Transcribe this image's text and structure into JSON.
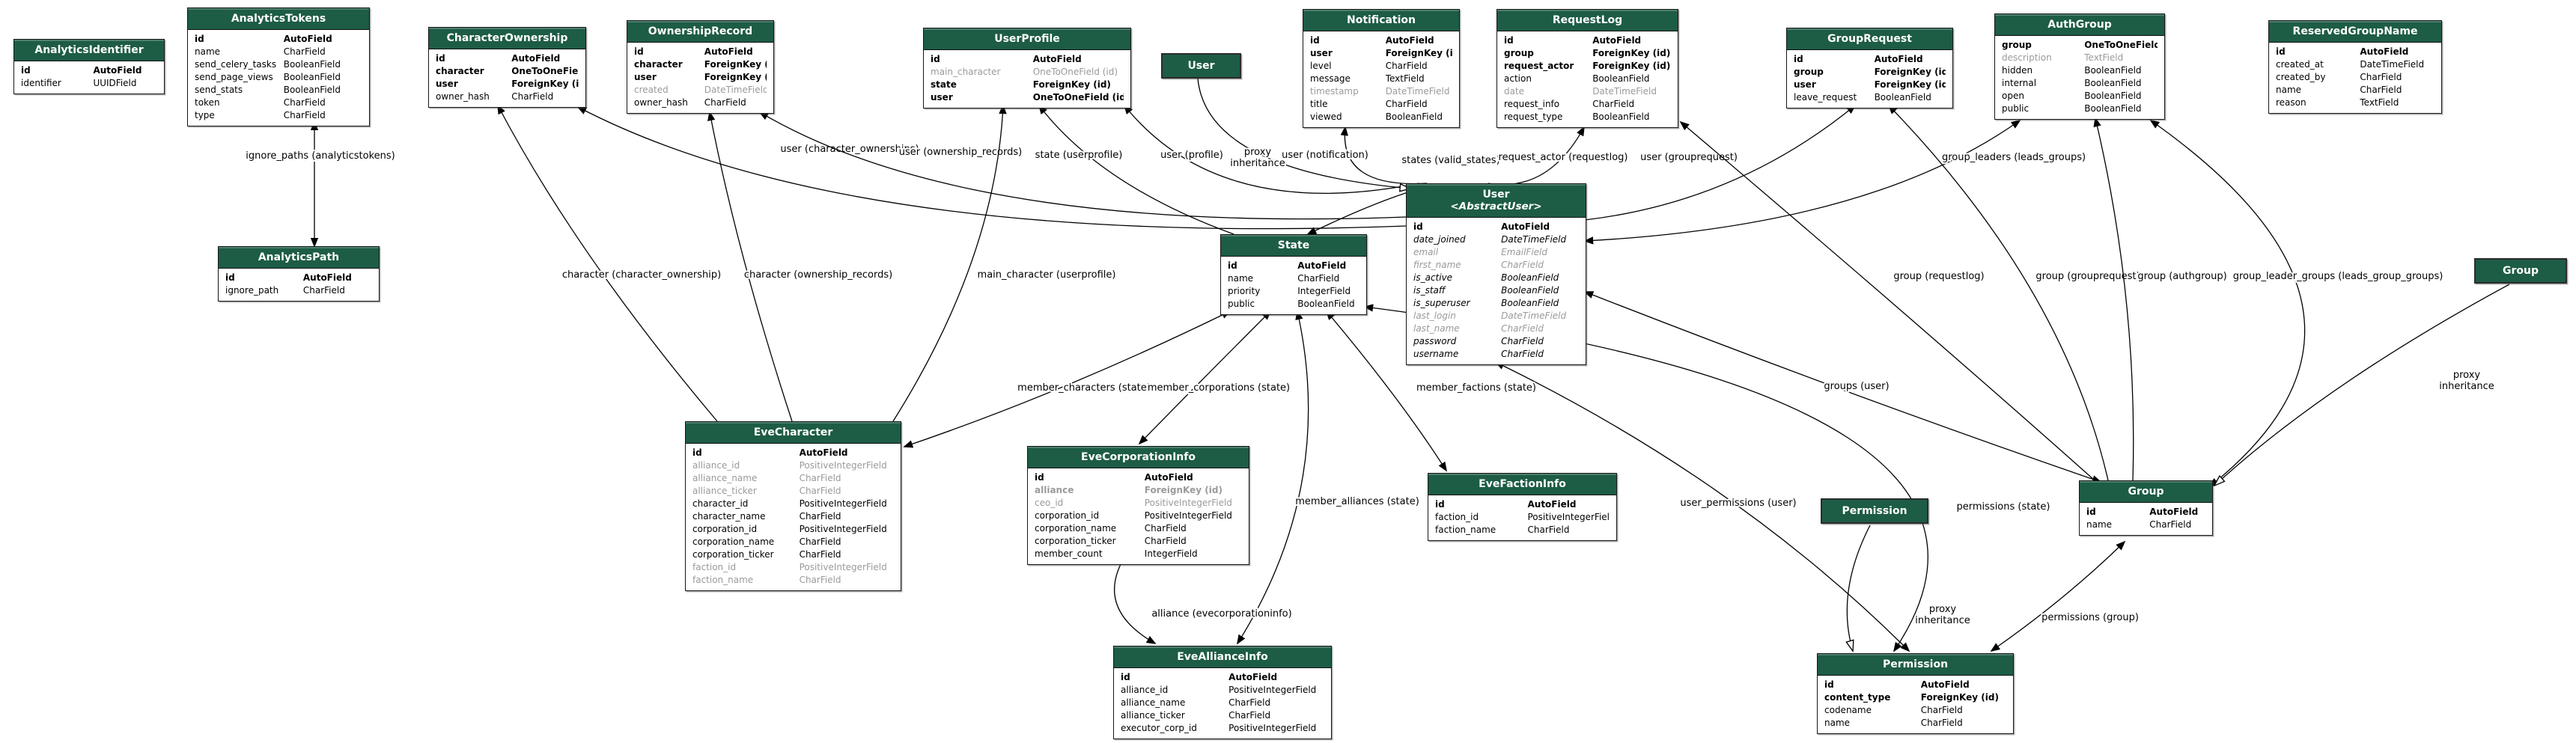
{
  "diagram": {
    "kind": "django-model-relationship-diagram",
    "colors": {
      "header_bg": "#1d5c45",
      "header_text": "#ffffff",
      "box_bg": "#ffffff",
      "box_border": "#161616",
      "muted_text": "#9a9a9a",
      "edge": "#000000"
    },
    "entities": [
      {
        "id": "analyticsidentifier",
        "title": "AnalyticsIdentifier",
        "fields": [
          {
            "name": "id",
            "type": "AutoField",
            "bold": true
          },
          {
            "name": "identifier",
            "type": "UUIDField"
          }
        ]
      },
      {
        "id": "analyticstokens",
        "title": "AnalyticsTokens",
        "fields": [
          {
            "name": "id",
            "type": "AutoField",
            "bold": true
          },
          {
            "name": "name",
            "type": "CharField"
          },
          {
            "name": "send_celery_tasks",
            "type": "BooleanField"
          },
          {
            "name": "send_page_views",
            "type": "BooleanField"
          },
          {
            "name": "send_stats",
            "type": "BooleanField"
          },
          {
            "name": "token",
            "type": "CharField"
          },
          {
            "name": "type",
            "type": "CharField"
          }
        ]
      },
      {
        "id": "characterownership",
        "title": "CharacterOwnership",
        "fields": [
          {
            "name": "id",
            "type": "AutoField",
            "bold": true
          },
          {
            "name": "character",
            "type": "OneToOneField (id)",
            "bold": true
          },
          {
            "name": "user",
            "type": "ForeignKey (id)",
            "bold": true
          },
          {
            "name": "owner_hash",
            "type": "CharField"
          }
        ]
      },
      {
        "id": "ownershiprecord",
        "title": "OwnershipRecord",
        "fields": [
          {
            "name": "id",
            "type": "AutoField",
            "bold": true
          },
          {
            "name": "character",
            "type": "ForeignKey (id)",
            "bold": true
          },
          {
            "name": "user",
            "type": "ForeignKey (id)",
            "bold": true
          },
          {
            "name": "created",
            "type": "DateTimeField",
            "muted": true
          },
          {
            "name": "owner_hash",
            "type": "CharField"
          }
        ]
      },
      {
        "id": "userprofile",
        "title": "UserProfile",
        "fields": [
          {
            "name": "id",
            "type": "AutoField",
            "bold": true
          },
          {
            "name": "main_character",
            "type": "OneToOneField (id)",
            "muted": true
          },
          {
            "name": "state",
            "type": "ForeignKey (id)",
            "bold": true
          },
          {
            "name": "user",
            "type": "OneToOneField (id)",
            "bold": true
          }
        ]
      },
      {
        "id": "user_proxy",
        "title": "User",
        "proxy": true
      },
      {
        "id": "notification",
        "title": "Notification",
        "fields": [
          {
            "name": "id",
            "type": "AutoField",
            "bold": true
          },
          {
            "name": "user",
            "type": "ForeignKey (id)",
            "bold": true
          },
          {
            "name": "level",
            "type": "CharField"
          },
          {
            "name": "message",
            "type": "TextField"
          },
          {
            "name": "timestamp",
            "type": "DateTimeField",
            "muted": true
          },
          {
            "name": "title",
            "type": "CharField"
          },
          {
            "name": "viewed",
            "type": "BooleanField"
          }
        ]
      },
      {
        "id": "requestlog",
        "title": "RequestLog",
        "fields": [
          {
            "name": "id",
            "type": "AutoField",
            "bold": true
          },
          {
            "name": "group",
            "type": "ForeignKey (id)",
            "bold": true
          },
          {
            "name": "request_actor",
            "type": "ForeignKey (id)",
            "bold": true
          },
          {
            "name": "action",
            "type": "BooleanField"
          },
          {
            "name": "date",
            "type": "DateTimeField",
            "muted": true
          },
          {
            "name": "request_info",
            "type": "CharField"
          },
          {
            "name": "request_type",
            "type": "BooleanField"
          }
        ]
      },
      {
        "id": "grouprequest",
        "title": "GroupRequest",
        "fields": [
          {
            "name": "id",
            "type": "AutoField",
            "bold": true
          },
          {
            "name": "group",
            "type": "ForeignKey (id)",
            "bold": true
          },
          {
            "name": "user",
            "type": "ForeignKey (id)",
            "bold": true
          },
          {
            "name": "leave_request",
            "type": "BooleanField"
          }
        ]
      },
      {
        "id": "authgroup",
        "title": "AuthGroup",
        "fields": [
          {
            "name": "group",
            "type": "OneToOneField (id)",
            "bold": true
          },
          {
            "name": "description",
            "type": "TextField",
            "muted": true
          },
          {
            "name": "hidden",
            "type": "BooleanField"
          },
          {
            "name": "internal",
            "type": "BooleanField"
          },
          {
            "name": "open",
            "type": "BooleanField"
          },
          {
            "name": "public",
            "type": "BooleanField"
          }
        ]
      },
      {
        "id": "reservedgroupname",
        "title": "ReservedGroupName",
        "fields": [
          {
            "name": "id",
            "type": "AutoField",
            "bold": true
          },
          {
            "name": "created_at",
            "type": "DateTimeField"
          },
          {
            "name": "created_by",
            "type": "CharField"
          },
          {
            "name": "name",
            "type": "CharField"
          },
          {
            "name": "reason",
            "type": "TextField"
          }
        ]
      },
      {
        "id": "analyticspath",
        "title": "AnalyticsPath",
        "fields": [
          {
            "name": "id",
            "type": "AutoField",
            "bold": true
          },
          {
            "name": "ignore_path",
            "type": "CharField"
          }
        ]
      },
      {
        "id": "state",
        "title": "State",
        "fields": [
          {
            "name": "id",
            "type": "AutoField",
            "bold": true
          },
          {
            "name": "name",
            "type": "CharField"
          },
          {
            "name": "priority",
            "type": "IntegerField"
          },
          {
            "name": "public",
            "type": "BooleanField"
          }
        ]
      },
      {
        "id": "user",
        "title": "User",
        "subtitle": "<AbstractUser>",
        "fields": [
          {
            "name": "id",
            "type": "AutoField",
            "bold": true
          },
          {
            "name": "date_joined",
            "type": "DateTimeField",
            "italic": true
          },
          {
            "name": "email",
            "type": "EmailField",
            "italic": true,
            "muted": true
          },
          {
            "name": "first_name",
            "type": "CharField",
            "italic": true,
            "muted": true
          },
          {
            "name": "is_active",
            "type": "BooleanField",
            "italic": true
          },
          {
            "name": "is_staff",
            "type": "BooleanField",
            "italic": true
          },
          {
            "name": "is_superuser",
            "type": "BooleanField",
            "italic": true
          },
          {
            "name": "last_login",
            "type": "DateTimeField",
            "italic": true,
            "muted": true
          },
          {
            "name": "last_name",
            "type": "CharField",
            "italic": true,
            "muted": true
          },
          {
            "name": "password",
            "type": "CharField",
            "italic": true
          },
          {
            "name": "username",
            "type": "CharField",
            "italic": true
          }
        ]
      },
      {
        "id": "evecharacter",
        "title": "EveCharacter",
        "fields": [
          {
            "name": "id",
            "type": "AutoField",
            "bold": true
          },
          {
            "name": "alliance_id",
            "type": "PositiveIntegerField",
            "muted": true
          },
          {
            "name": "alliance_name",
            "type": "CharField",
            "muted": true
          },
          {
            "name": "alliance_ticker",
            "type": "CharField",
            "muted": true
          },
          {
            "name": "character_id",
            "type": "PositiveIntegerField"
          },
          {
            "name": "character_name",
            "type": "CharField"
          },
          {
            "name": "corporation_id",
            "type": "PositiveIntegerField"
          },
          {
            "name": "corporation_name",
            "type": "CharField"
          },
          {
            "name": "corporation_ticker",
            "type": "CharField"
          },
          {
            "name": "faction_id",
            "type": "PositiveIntegerField",
            "muted": true
          },
          {
            "name": "faction_name",
            "type": "CharField",
            "muted": true
          }
        ]
      },
      {
        "id": "evecorporationinfo",
        "title": "EveCorporationInfo",
        "fields": [
          {
            "name": "id",
            "type": "AutoField",
            "bold": true
          },
          {
            "name": "alliance",
            "type": "ForeignKey (id)",
            "bold": true,
            "muted": true
          },
          {
            "name": "ceo_id",
            "type": "PositiveIntegerField",
            "muted": true
          },
          {
            "name": "corporation_id",
            "type": "PositiveIntegerField"
          },
          {
            "name": "corporation_name",
            "type": "CharField"
          },
          {
            "name": "corporation_ticker",
            "type": "CharField"
          },
          {
            "name": "member_count",
            "type": "IntegerField"
          }
        ]
      },
      {
        "id": "evefactioninfo",
        "title": "EveFactionInfo",
        "fields": [
          {
            "name": "id",
            "type": "AutoField",
            "bold": true
          },
          {
            "name": "faction_id",
            "type": "PositiveIntegerField"
          },
          {
            "name": "faction_name",
            "type": "CharField"
          }
        ]
      },
      {
        "id": "permission_proxy",
        "title": "Permission",
        "proxy": true
      },
      {
        "id": "group",
        "title": "Group",
        "fields": [
          {
            "name": "id",
            "type": "AutoField",
            "bold": true
          },
          {
            "name": "name",
            "type": "CharField"
          }
        ]
      },
      {
        "id": "group_proxy",
        "title": "Group",
        "proxy": true
      },
      {
        "id": "eveallianceinfo",
        "title": "EveAllianceInfo",
        "fields": [
          {
            "name": "id",
            "type": "AutoField",
            "bold": true
          },
          {
            "name": "alliance_id",
            "type": "PositiveIntegerField"
          },
          {
            "name": "alliance_name",
            "type": "CharField"
          },
          {
            "name": "alliance_ticker",
            "type": "CharField"
          },
          {
            "name": "executor_corp_id",
            "type": "PositiveIntegerField"
          }
        ]
      },
      {
        "id": "permission",
        "title": "Permission",
        "fields": [
          {
            "name": "id",
            "type": "AutoField",
            "bold": true
          },
          {
            "name": "content_type",
            "type": "ForeignKey (id)",
            "bold": true
          },
          {
            "name": "codename",
            "type": "CharField"
          },
          {
            "name": "name",
            "type": "CharField"
          }
        ]
      }
    ],
    "relationships": [
      {
        "id": "ignore_paths",
        "label": "ignore_paths (analyticstokens)",
        "kind": "m2m",
        "from": "analyticspath",
        "to": "analyticstokens"
      },
      {
        "id": "character_characterownership",
        "label": "character (character_ownership)",
        "kind": "fk",
        "from": "evecharacter",
        "to": "characterownership"
      },
      {
        "id": "user_character_ownerships",
        "label": "user (character_ownerships)",
        "kind": "fk",
        "from": "user",
        "to": "characterownership"
      },
      {
        "id": "character_ownership_records",
        "label": "character (ownership_records)",
        "kind": "fk",
        "from": "evecharacter",
        "to": "ownershiprecord"
      },
      {
        "id": "user_ownership_records",
        "label": "user (ownership_records)",
        "kind": "fk",
        "from": "user",
        "to": "ownershiprecord"
      },
      {
        "id": "main_character_userprofile",
        "label": "main_character (userprofile)",
        "kind": "fk",
        "from": "evecharacter",
        "to": "userprofile"
      },
      {
        "id": "state_userprofile",
        "label": "state (userprofile)",
        "kind": "fk",
        "from": "state",
        "to": "userprofile"
      },
      {
        "id": "user_profile",
        "label": "user (profile)",
        "kind": "fk",
        "from": "user",
        "to": "userprofile"
      },
      {
        "id": "user_proxy_inheritance",
        "label": "proxy inheritance",
        "lines": [
          "proxy",
          "inheritance"
        ],
        "kind": "inherit",
        "from": "user_proxy",
        "to": "user"
      },
      {
        "id": "user_notification",
        "label": "user (notification)",
        "kind": "fk",
        "from": "user",
        "to": "notification"
      },
      {
        "id": "states_valid_states",
        "label": "states (valid_states)",
        "kind": "m2m",
        "from": "state",
        "to": "user"
      },
      {
        "id": "request_actor_requestlog",
        "label": "request_actor (requestlog)",
        "kind": "fk",
        "from": "user",
        "to": "requestlog"
      },
      {
        "id": "user_grouprequest",
        "label": "user (grouprequest)",
        "kind": "fk",
        "from": "user",
        "to": "grouprequest"
      },
      {
        "id": "group_leaders_leads_groups",
        "label": "group_leaders (leads_groups)",
        "kind": "m2m",
        "from": "user",
        "to": "authgroup"
      },
      {
        "id": "group_requestlog",
        "label": "group (requestlog)",
        "kind": "fk",
        "from": "group",
        "to": "requestlog"
      },
      {
        "id": "group_grouprequest",
        "label": "group (grouprequest)",
        "kind": "fk",
        "from": "group",
        "to": "grouprequest"
      },
      {
        "id": "group_authgroup",
        "label": "group (authgroup)",
        "kind": "fk",
        "from": "group",
        "to": "authgroup"
      },
      {
        "id": "group_leader_groups",
        "label": "group_leader_groups (leads_group_groups)",
        "kind": "m2m",
        "from": "group",
        "to": "authgroup"
      },
      {
        "id": "groups_user",
        "label": "groups (user)",
        "kind": "m2m",
        "from": "user",
        "to": "group"
      },
      {
        "id": "user_permissions_user",
        "label": "user_permissions (user)",
        "kind": "m2m",
        "from": "user",
        "to": "permission"
      },
      {
        "id": "permissions_state",
        "label": "permissions (state)",
        "kind": "m2m",
        "from": "state",
        "to": "permission"
      },
      {
        "id": "permissions_group",
        "label": "permissions (group)",
        "kind": "m2m",
        "from": "group",
        "to": "permission"
      },
      {
        "id": "permission_proxy_inheritance",
        "label": "proxy inheritance",
        "lines": [
          "proxy",
          "inheritance"
        ],
        "kind": "inherit",
        "from": "permission_proxy",
        "to": "permission"
      },
      {
        "id": "group_proxy_inheritance",
        "label": "proxy inheritance",
        "lines": [
          "proxy",
          "inheritance"
        ],
        "kind": "inherit",
        "from": "group_proxy",
        "to": "group"
      },
      {
        "id": "member_characters_state",
        "label": "member_characters (state)",
        "kind": "m2m",
        "from": "state",
        "to": "evecharacter"
      },
      {
        "id": "member_corporations_state",
        "label": "member_corporations (state)",
        "kind": "m2m",
        "from": "state",
        "to": "evecorporationinfo"
      },
      {
        "id": "member_factions_state",
        "label": "member_factions (state)",
        "kind": "m2m",
        "from": "state",
        "to": "evefactioninfo"
      },
      {
        "id": "member_alliances_state",
        "label": "member_alliances (state)",
        "kind": "m2m",
        "from": "state",
        "to": "eveallianceinfo"
      },
      {
        "id": "alliance_evecorporationinfo",
        "label": "alliance (evecorporationinfo)",
        "kind": "fk",
        "from": "evecorporationinfo",
        "to": "eveallianceinfo"
      }
    ]
  }
}
